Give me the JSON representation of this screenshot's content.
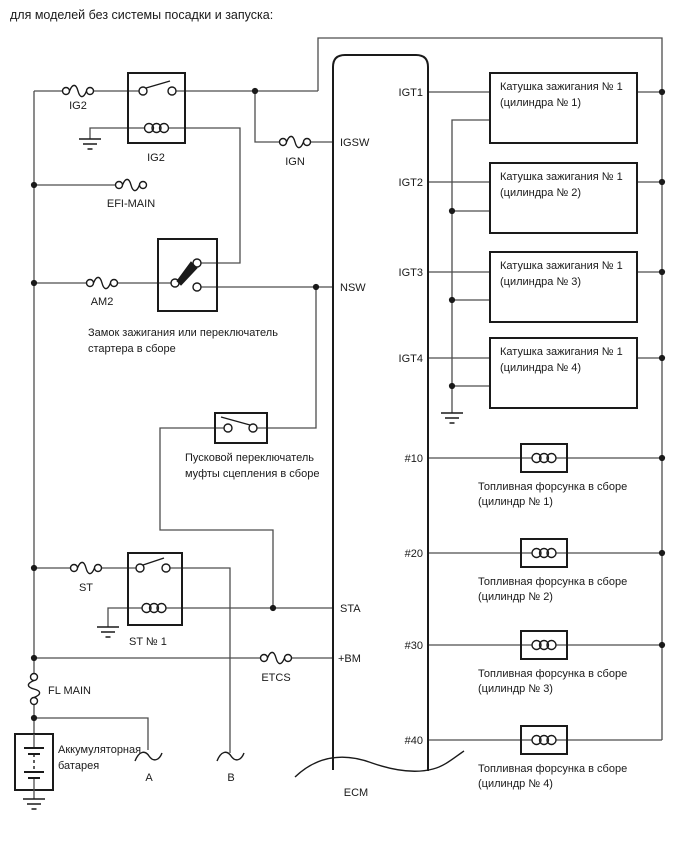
{
  "title": "для моделей без системы посадки и запуска:",
  "colors": {
    "wire": "#4d4d4d",
    "ink": "#1a1a1a",
    "background": "#ffffff"
  },
  "fuses": {
    "ig2": "IG2",
    "efi_main": "EFI-MAIN",
    "am2": "AM2",
    "ign": "IGN",
    "st": "ST",
    "etcs": "ETCS",
    "fl_main": "FL MAIN"
  },
  "relays": {
    "ig2": "IG2",
    "st1": "ST № 1"
  },
  "ignition_switch": {
    "line1": "Замок зажигания или переключатель",
    "line2": "стартера в сборе"
  },
  "clutch_switch": {
    "line1": "Пусковой переключатель",
    "line2": "муфты сцепления в сборе"
  },
  "battery": {
    "line1": "Аккумуляторная",
    "line2": "батарея"
  },
  "connectors": {
    "a": "A",
    "b": "B"
  },
  "ecm": {
    "label": "ECM",
    "pins": {
      "igsw": "IGSW",
      "nsw": "NSW",
      "sta": "STA",
      "bm": "+BM",
      "igt1": "IGT1",
      "igt2": "IGT2",
      "igt3": "IGT3",
      "igt4": "IGT4",
      "inj1": "#10",
      "inj2": "#20",
      "inj3": "#30",
      "inj4": "#40"
    }
  },
  "coils": [
    {
      "line1": "Катушка зажигания № 1",
      "line2": "(цилиндра № 1)"
    },
    {
      "line1": "Катушка зажигания № 1",
      "line2": "(цилиндра № 2)"
    },
    {
      "line1": "Катушка зажигания № 1",
      "line2": "(цилиндра № 3)"
    },
    {
      "line1": "Катушка зажигания № 1",
      "line2": "(цилиндра № 4)"
    }
  ],
  "injectors": [
    {
      "line1": "Топливная форсунка в сборе",
      "line2": "(цилиндр № 1)"
    },
    {
      "line1": "Топливная форсунка в сборе",
      "line2": "(цилиндр № 2)"
    },
    {
      "line1": "Топливная форсунка в сборе",
      "line2": "(цилиндр № 3)"
    },
    {
      "line1": "Топливная форсунка в сборе",
      "line2": "(цилиндр № 4)"
    }
  ]
}
